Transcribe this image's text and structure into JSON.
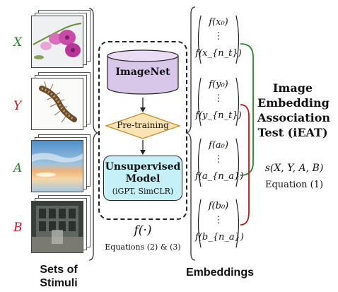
{
  "stimuli": {
    "labels": [
      {
        "text": "X",
        "color": "#2e7d32"
      },
      {
        "text": "Y",
        "color": "#b71c1c"
      },
      {
        "text": "A",
        "color": "#2e7d32"
      },
      {
        "text": "B",
        "color": "#b71c1c"
      }
    ],
    "caption": "Sets of Stimuli"
  },
  "model": {
    "imagenet": "ImageNet",
    "pretraining": "Pre-training",
    "unsupervised_title": "Unsupervised Model",
    "unsupervised_sub": "(iGPT, SimCLR)",
    "function": "f(·)",
    "equations": "Equations (2) & (3)"
  },
  "embeddings": {
    "groups": [
      {
        "first": "f(x₀)",
        "last": "f(x_{n_t})"
      },
      {
        "first": "f(y₀)",
        "last": "f(y_{n_t})"
      },
      {
        "first": "f(a₀)",
        "last": "f(a_{n_a})"
      },
      {
        "first": "f(b₀)",
        "last": "f(b_{n_a})"
      }
    ],
    "ellipsis": "⋮",
    "caption": "Embeddings"
  },
  "test": {
    "title": "Image Embedding Association Test (iEAT)",
    "formula": "s(X, Y, A, B)",
    "equation": "Equation (1)"
  },
  "colors": {
    "green": "#2e7d32",
    "red": "#b71c1c",
    "imagenet_fill": "#d9c7ea",
    "pretrain_fill": "#fde3b3",
    "model_fill": "#c6f0f7"
  }
}
